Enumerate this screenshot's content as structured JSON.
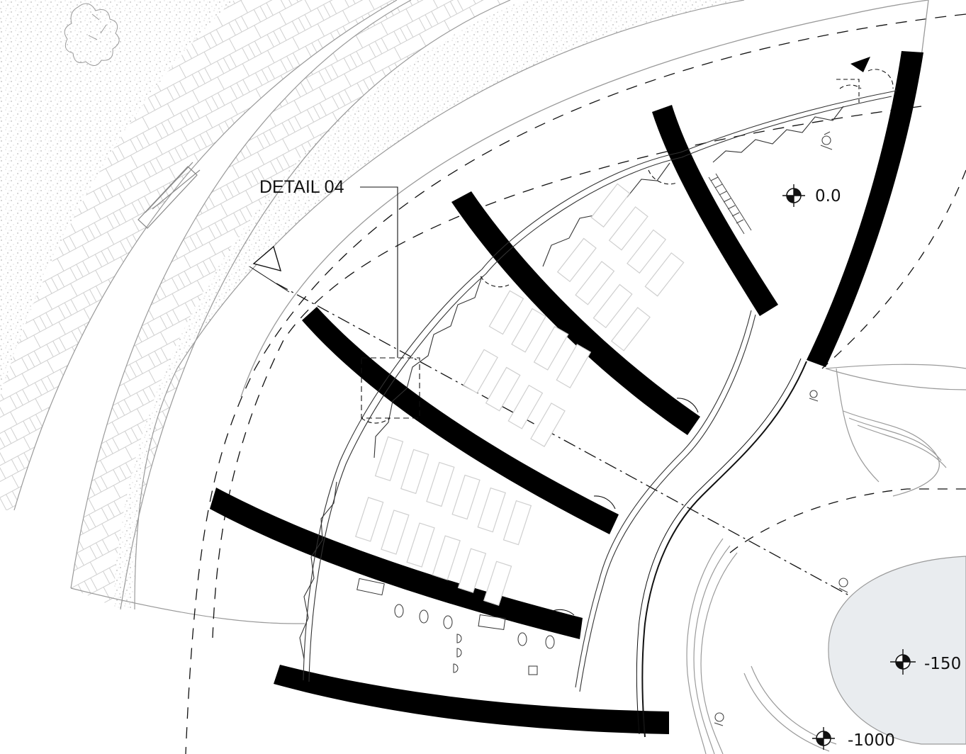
{
  "drawing": {
    "detail_callout": "DETAIL 04",
    "levels": [
      {
        "id": "level-a",
        "value": "0.0"
      },
      {
        "id": "level-b",
        "value": "-150"
      },
      {
        "id": "level-c",
        "value": "-1000"
      }
    ],
    "colors": {
      "line": "#111111",
      "wall": "#000000",
      "gravel": "#c9c9c9",
      "paving": "#d6d6d6",
      "pool": "#e9ecef",
      "ghost": "#d9d9d9"
    }
  }
}
